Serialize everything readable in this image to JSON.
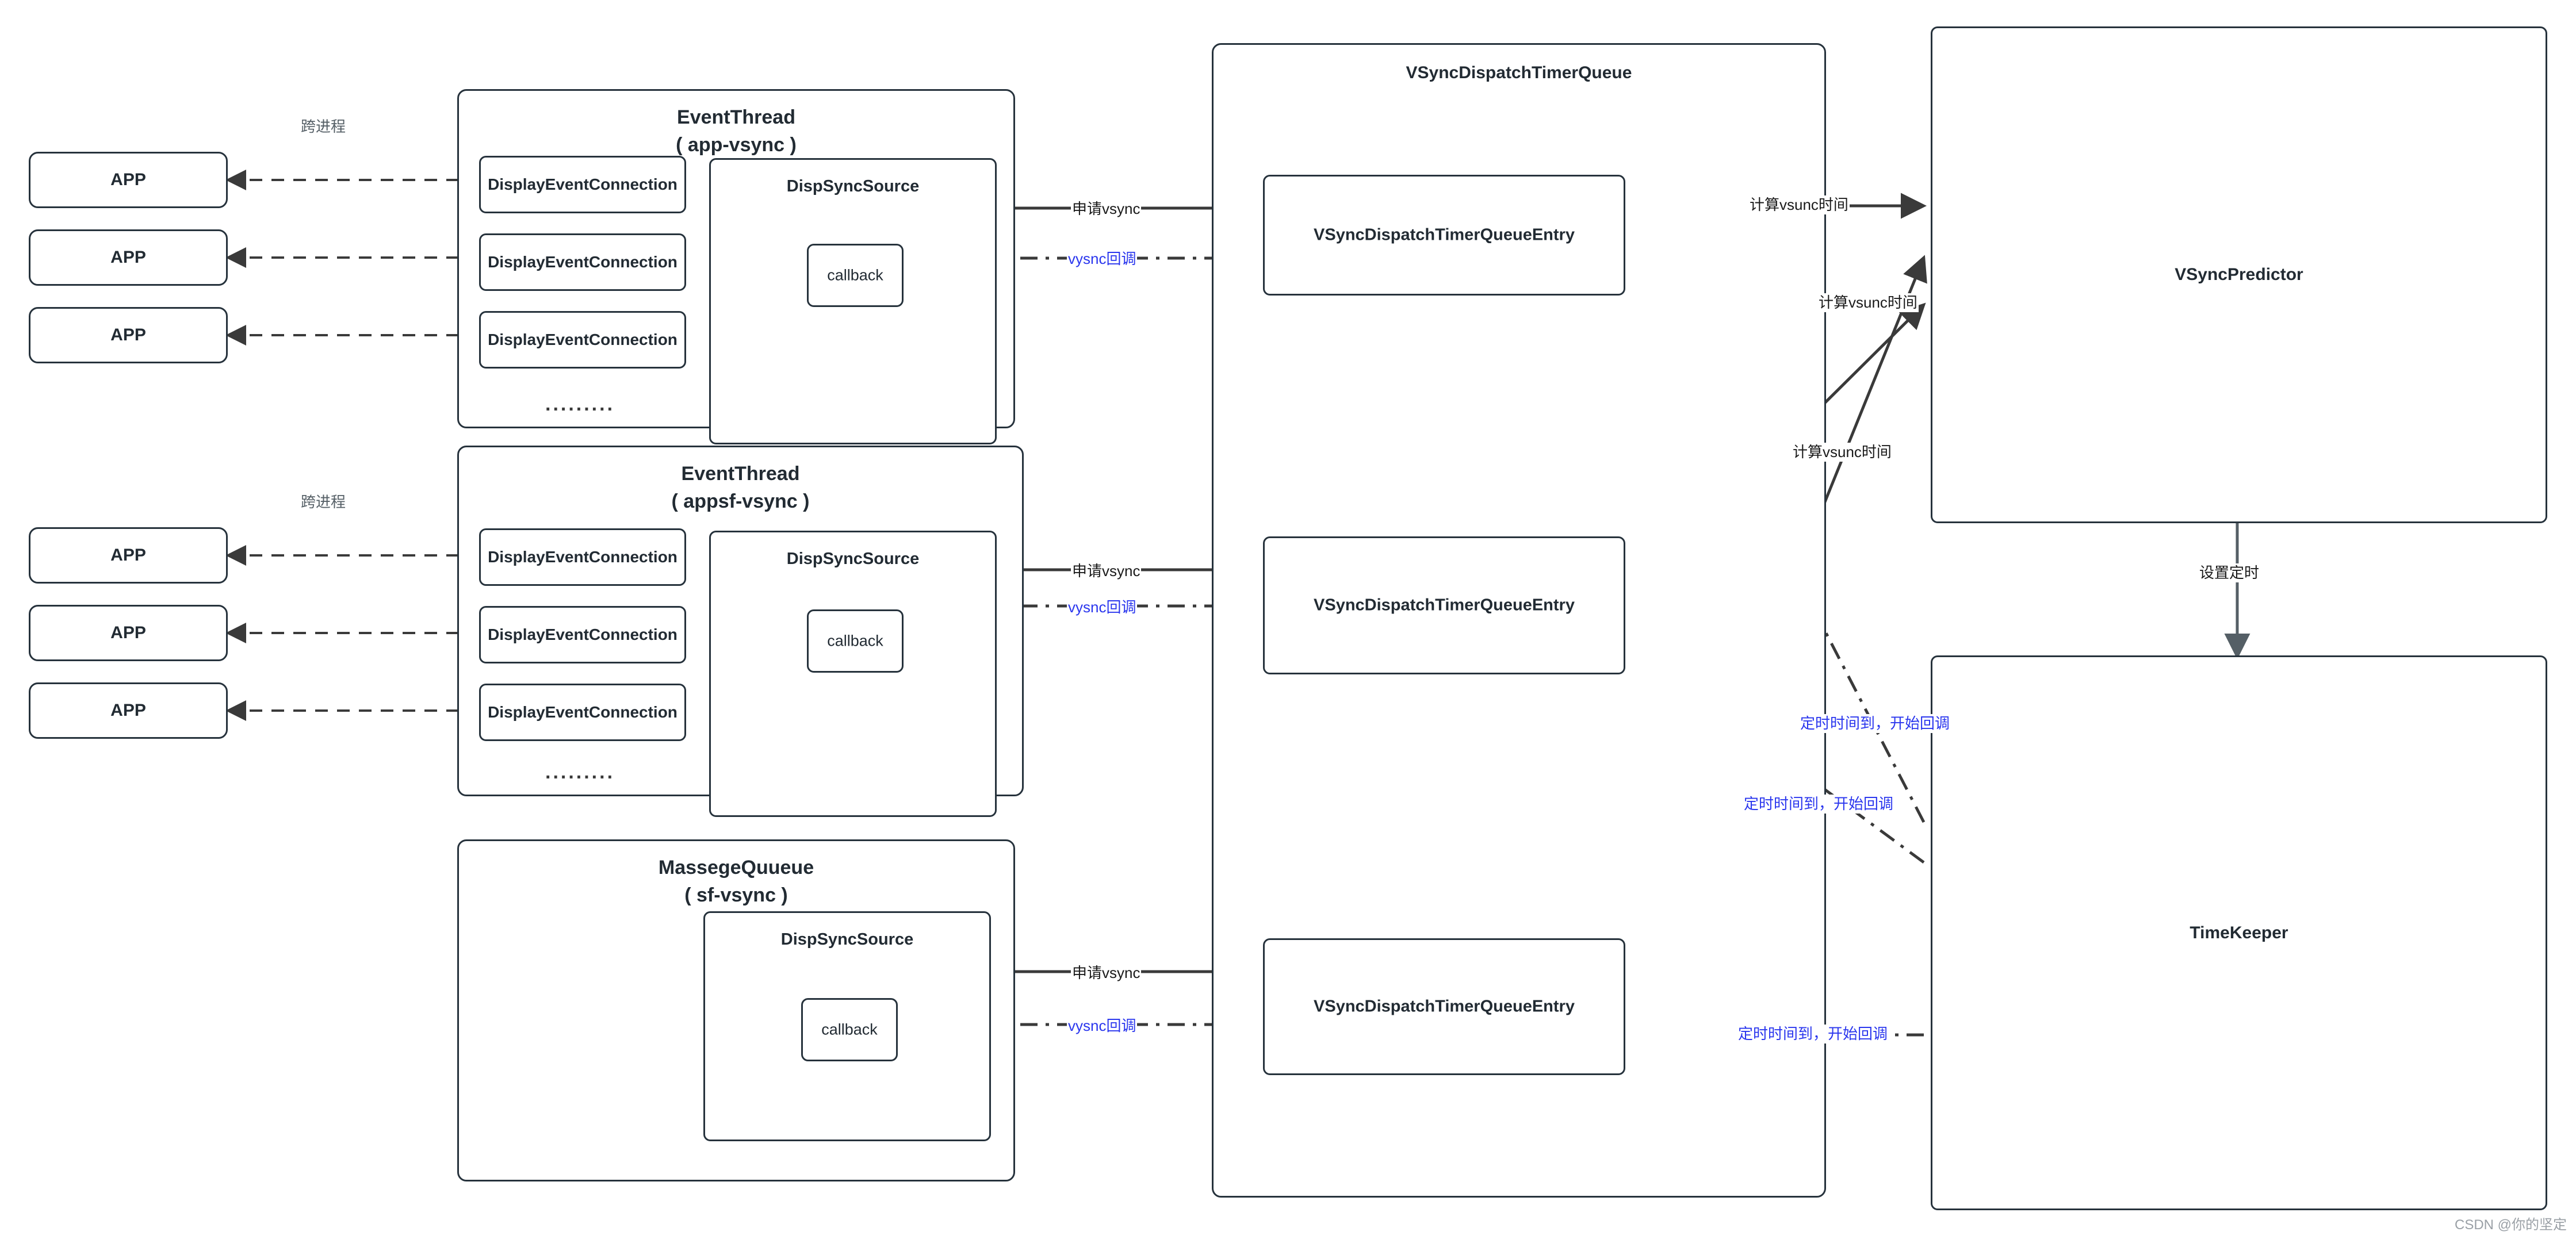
{
  "diagram": {
    "title_watermark": "CSDN @你的坚定",
    "cross_process_label": "跨进程",
    "apps": [
      {
        "label": "APP"
      },
      {
        "label": "APP"
      },
      {
        "label": "APP"
      },
      {
        "label": "APP"
      },
      {
        "label": "APP"
      },
      {
        "label": "APP"
      }
    ],
    "sections": [
      {
        "name": "EventThread",
        "subtitle": "( app-vsync )",
        "connections": [
          "DisplayEventConnection",
          "DisplayEventConnection",
          "DisplayEventConnection"
        ],
        "ellipsis": ".........",
        "sync_source": {
          "title": "DispSyncSource",
          "callback": "callback"
        }
      },
      {
        "name": "EventThread",
        "subtitle": "( appsf-vsync )",
        "connections": [
          "DisplayEventConnection",
          "DisplayEventConnection",
          "DisplayEventConnection"
        ],
        "ellipsis": ".........",
        "sync_source": {
          "title": "DispSyncSource",
          "callback": "callback"
        }
      },
      {
        "name": "MassegeQuueue",
        "subtitle": "( sf-vsync )",
        "connections": [],
        "ellipsis": "",
        "sync_source": {
          "title": "DispSyncSource",
          "callback": "callback"
        }
      }
    ],
    "dispatch_queue": {
      "title": "VSyncDispatchTimerQueue",
      "entries": [
        {
          "label": "VSyncDispatchTimerQueueEntry"
        },
        {
          "label": "VSyncDispatchTimerQueueEntry"
        },
        {
          "label": "VSyncDispatchTimerQueueEntry"
        }
      ]
    },
    "predictor": {
      "label": "VSyncPredictor"
    },
    "timekeeper": {
      "label": "TimeKeeper"
    },
    "edge_labels": {
      "request_vsync": "申请vsync",
      "vsync_callback": "vysnc回调",
      "compute_vsync_time": "计算vsunc时间",
      "set_timer": "设置定时",
      "timer_fired_callback": "定时时间到，开始回调"
    },
    "colors": {
      "stroke": "#26323c",
      "accent_blue": "#2a36ee",
      "muted": "#555f66",
      "watermark": "#9aa0a6",
      "background": "#ffffff"
    }
  }
}
